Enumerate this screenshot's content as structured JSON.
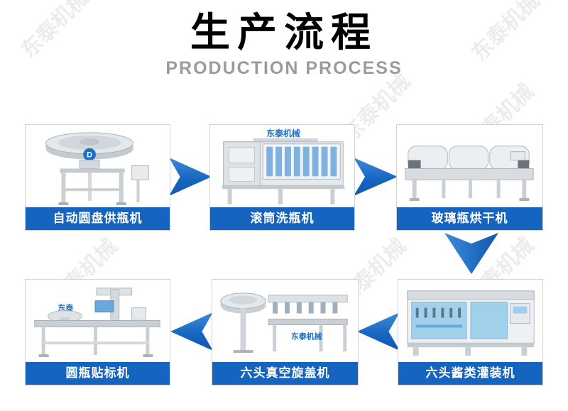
{
  "title": "生产流程",
  "subtitle": "PRODUCTION PROCESS",
  "watermark": "东泰机械",
  "brand": "东泰机械",
  "brand_short": "东泰",
  "logo_letter": "D",
  "colors": {
    "label_bg": "#1464c0",
    "arrow_blue": "#1565c0",
    "subtitle_gray": "#9b9b9b",
    "machine_accent_blue": "#6aa7dd"
  },
  "flow": {
    "arrow_directions": [
      "right",
      "right",
      "down",
      "left",
      "left"
    ]
  },
  "steps": [
    {
      "label": "自动圆盘供瓶机",
      "image": "rotary-disc-bottle-feeder"
    },
    {
      "label": "滚筒洗瓶机",
      "image": "drum-bottle-washer"
    },
    {
      "label": "玻璃瓶烘干机",
      "image": "glass-bottle-dryer"
    },
    {
      "label": "圆瓶贴标机",
      "image": "round-bottle-labeler"
    },
    {
      "label": "六头真空旋盖机",
      "image": "six-head-vacuum-capper"
    },
    {
      "label": "六头酱类灌装机",
      "image": "six-head-sauce-filler"
    }
  ]
}
